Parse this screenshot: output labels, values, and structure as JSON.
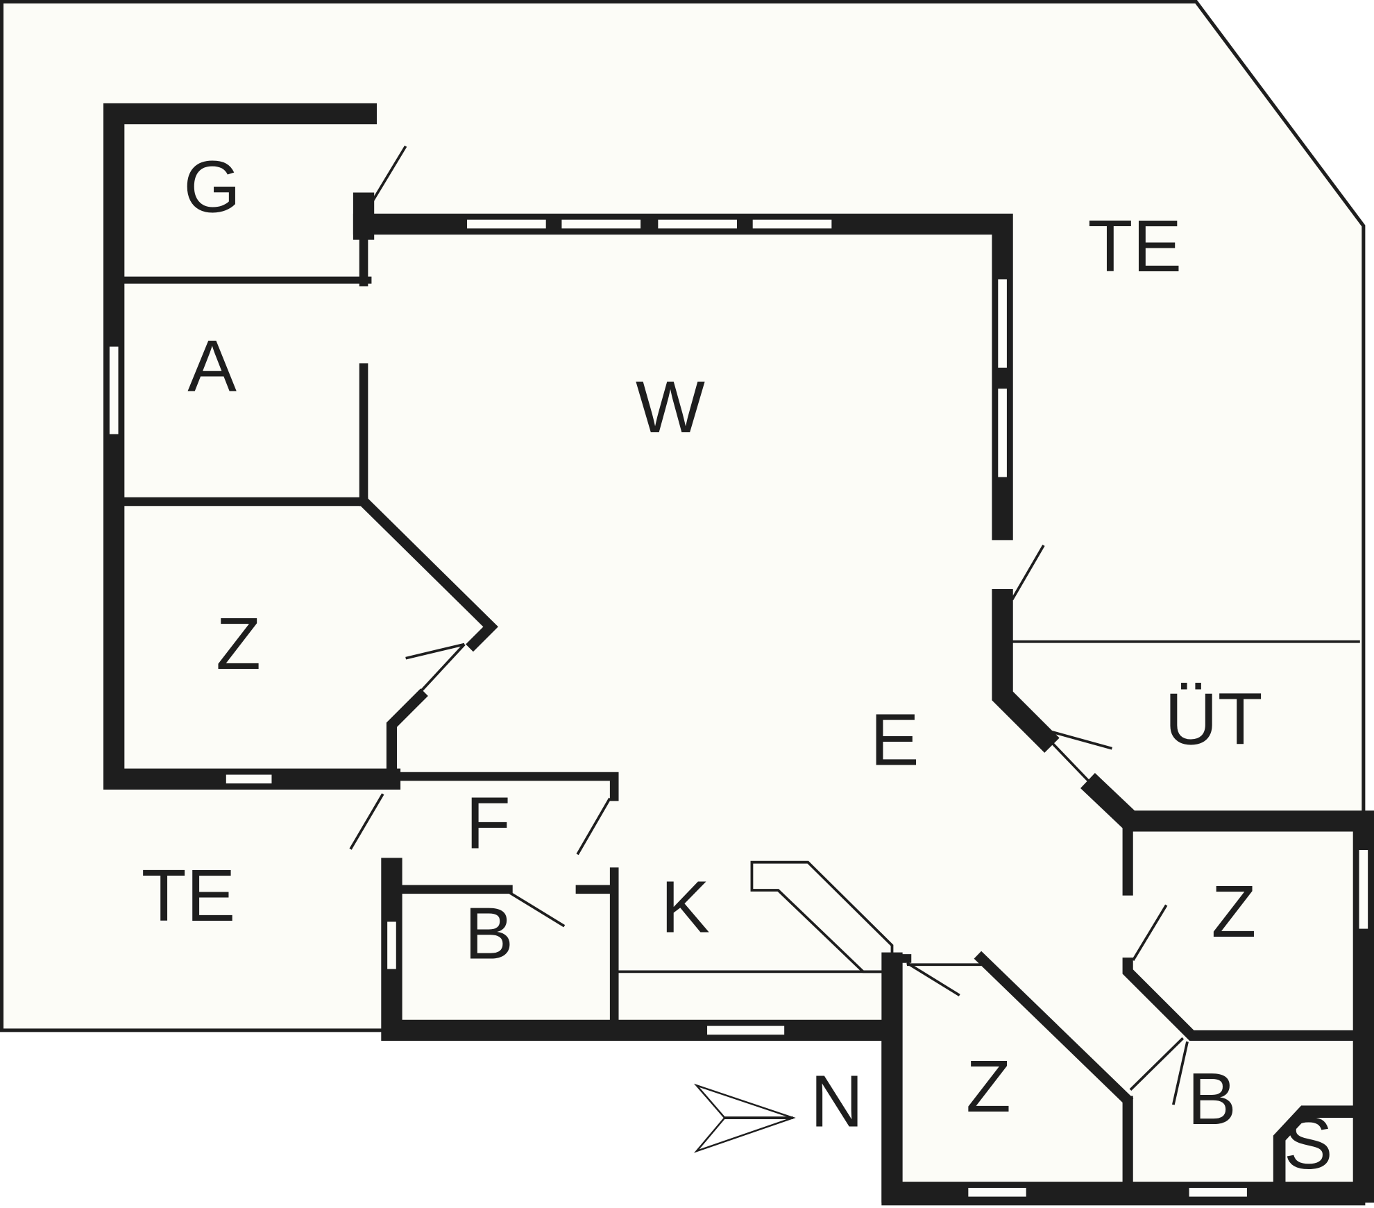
{
  "rooms": {
    "garage": "G",
    "storage": "A",
    "living": "W",
    "bedroom_west": "Z",
    "terrace_east": "TE",
    "terrace_west": "TE",
    "entrance": "E",
    "utility": "ÜT",
    "hallway": "F",
    "bath_west": "B",
    "kitchen": "K",
    "bedroom_south": "Z",
    "bedroom_east": "Z",
    "bath_east": "B",
    "shower": "S"
  },
  "compass": {
    "label": "N"
  },
  "colors": {
    "wall": "#1e1e1e",
    "floor": "#fcfcf7"
  }
}
